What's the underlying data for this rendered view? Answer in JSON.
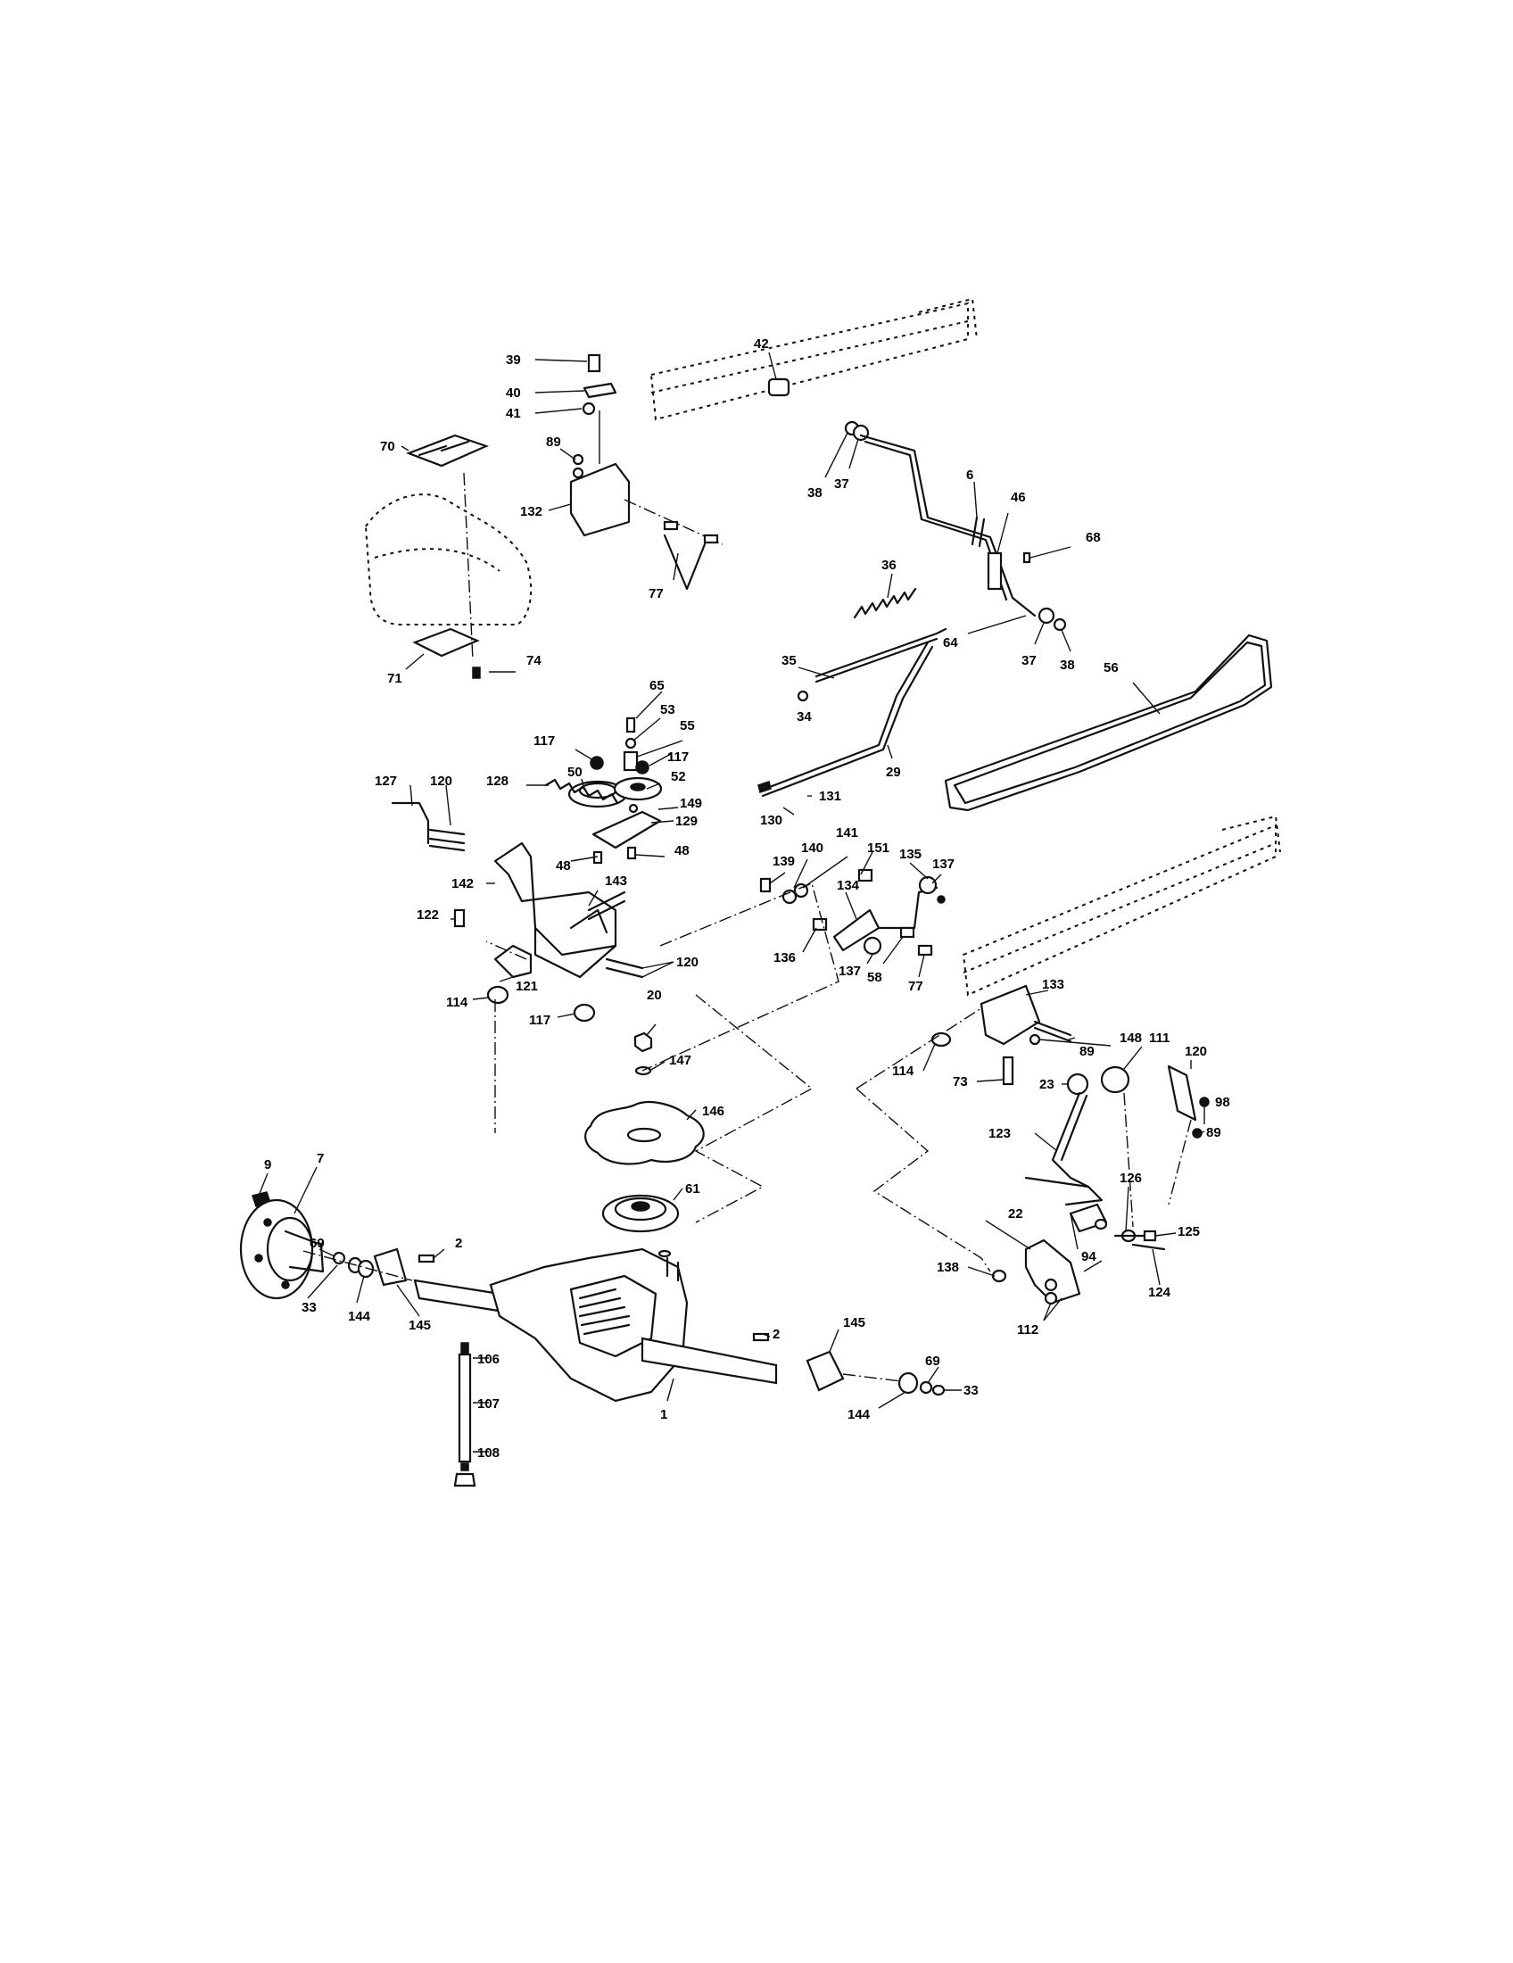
{
  "diagram": {
    "callouts": [
      {
        "id": "c39",
        "label": "39"
      },
      {
        "id": "c40",
        "label": "40"
      },
      {
        "id": "c41",
        "label": "41"
      },
      {
        "id": "c42",
        "label": "42"
      },
      {
        "id": "c70",
        "label": "70"
      },
      {
        "id": "c89a",
        "label": "89"
      },
      {
        "id": "c132",
        "label": "132"
      },
      {
        "id": "c38a",
        "label": "38"
      },
      {
        "id": "c37a",
        "label": "37"
      },
      {
        "id": "c6",
        "label": "6"
      },
      {
        "id": "c46",
        "label": "46"
      },
      {
        "id": "c68",
        "label": "68"
      },
      {
        "id": "c36",
        "label": "36"
      },
      {
        "id": "c77a",
        "label": "77"
      },
      {
        "id": "c64",
        "label": "64"
      },
      {
        "id": "c37b",
        "label": "37"
      },
      {
        "id": "c38b",
        "label": "38"
      },
      {
        "id": "c71",
        "label": "71"
      },
      {
        "id": "c74",
        "label": "74"
      },
      {
        "id": "c35",
        "label": "35"
      },
      {
        "id": "c34",
        "label": "34"
      },
      {
        "id": "c56",
        "label": "56"
      },
      {
        "id": "c65",
        "label": "65"
      },
      {
        "id": "c53",
        "label": "53"
      },
      {
        "id": "c55",
        "label": "55"
      },
      {
        "id": "c117a",
        "label": "117"
      },
      {
        "id": "c117b",
        "label": "117"
      },
      {
        "id": "c29",
        "label": "29"
      },
      {
        "id": "c50",
        "label": "50"
      },
      {
        "id": "c52",
        "label": "52"
      },
      {
        "id": "c127",
        "label": "127"
      },
      {
        "id": "c120a",
        "label": "120"
      },
      {
        "id": "c128",
        "label": "128"
      },
      {
        "id": "c149",
        "label": "149"
      },
      {
        "id": "c129",
        "label": "129"
      },
      {
        "id": "c130",
        "label": "130"
      },
      {
        "id": "c131",
        "label": "131"
      },
      {
        "id": "c48a",
        "label": "48"
      },
      {
        "id": "c48b",
        "label": "48"
      },
      {
        "id": "c141",
        "label": "141"
      },
      {
        "id": "c151",
        "label": "151"
      },
      {
        "id": "c140",
        "label": "140"
      },
      {
        "id": "c139",
        "label": "139"
      },
      {
        "id": "c135",
        "label": "135"
      },
      {
        "id": "c137a",
        "label": "137"
      },
      {
        "id": "c142",
        "label": "142"
      },
      {
        "id": "c143",
        "label": "143"
      },
      {
        "id": "c134",
        "label": "134"
      },
      {
        "id": "c122",
        "label": "122"
      },
      {
        "id": "c120b",
        "label": "120"
      },
      {
        "id": "c136",
        "label": "136"
      },
      {
        "id": "c137b",
        "label": "137"
      },
      {
        "id": "c121",
        "label": "121"
      },
      {
        "id": "c58",
        "label": "58"
      },
      {
        "id": "c114a",
        "label": "114"
      },
      {
        "id": "c117c",
        "label": "117"
      },
      {
        "id": "c77b",
        "label": "77"
      },
      {
        "id": "c20",
        "label": "20"
      },
      {
        "id": "c133",
        "label": "133"
      },
      {
        "id": "c148",
        "label": "148"
      },
      {
        "id": "c147",
        "label": "147"
      },
      {
        "id": "c89b",
        "label": "89"
      },
      {
        "id": "c111",
        "label": "111"
      },
      {
        "id": "c120c",
        "label": "120"
      },
      {
        "id": "c114b",
        "label": "114"
      },
      {
        "id": "c73",
        "label": "73"
      },
      {
        "id": "c23",
        "label": "23"
      },
      {
        "id": "c98",
        "label": "98"
      },
      {
        "id": "c146",
        "label": "146"
      },
      {
        "id": "c89c",
        "label": "89"
      },
      {
        "id": "c9",
        "label": "9"
      },
      {
        "id": "c7",
        "label": "7"
      },
      {
        "id": "c123",
        "label": "123"
      },
      {
        "id": "c126",
        "label": "126"
      },
      {
        "id": "c61",
        "label": "61"
      },
      {
        "id": "c69a",
        "label": "69"
      },
      {
        "id": "c22",
        "label": "22"
      },
      {
        "id": "c125",
        "label": "125"
      },
      {
        "id": "c2a",
        "label": "2"
      },
      {
        "id": "c94",
        "label": "94"
      },
      {
        "id": "c124",
        "label": "124"
      },
      {
        "id": "c138",
        "label": "138"
      },
      {
        "id": "c33a",
        "label": "33"
      },
      {
        "id": "c144a",
        "label": "144"
      },
      {
        "id": "c145a",
        "label": "145"
      },
      {
        "id": "c112",
        "label": "112"
      },
      {
        "id": "c2b",
        "label": "2"
      },
      {
        "id": "c145b",
        "label": "145"
      },
      {
        "id": "c106",
        "label": "106"
      },
      {
        "id": "c69b",
        "label": "69"
      },
      {
        "id": "c33b",
        "label": "33"
      },
      {
        "id": "c107",
        "label": "107"
      },
      {
        "id": "c1",
        "label": "1"
      },
      {
        "id": "c144b",
        "label": "144"
      },
      {
        "id": "c108",
        "label": "108"
      }
    ]
  }
}
